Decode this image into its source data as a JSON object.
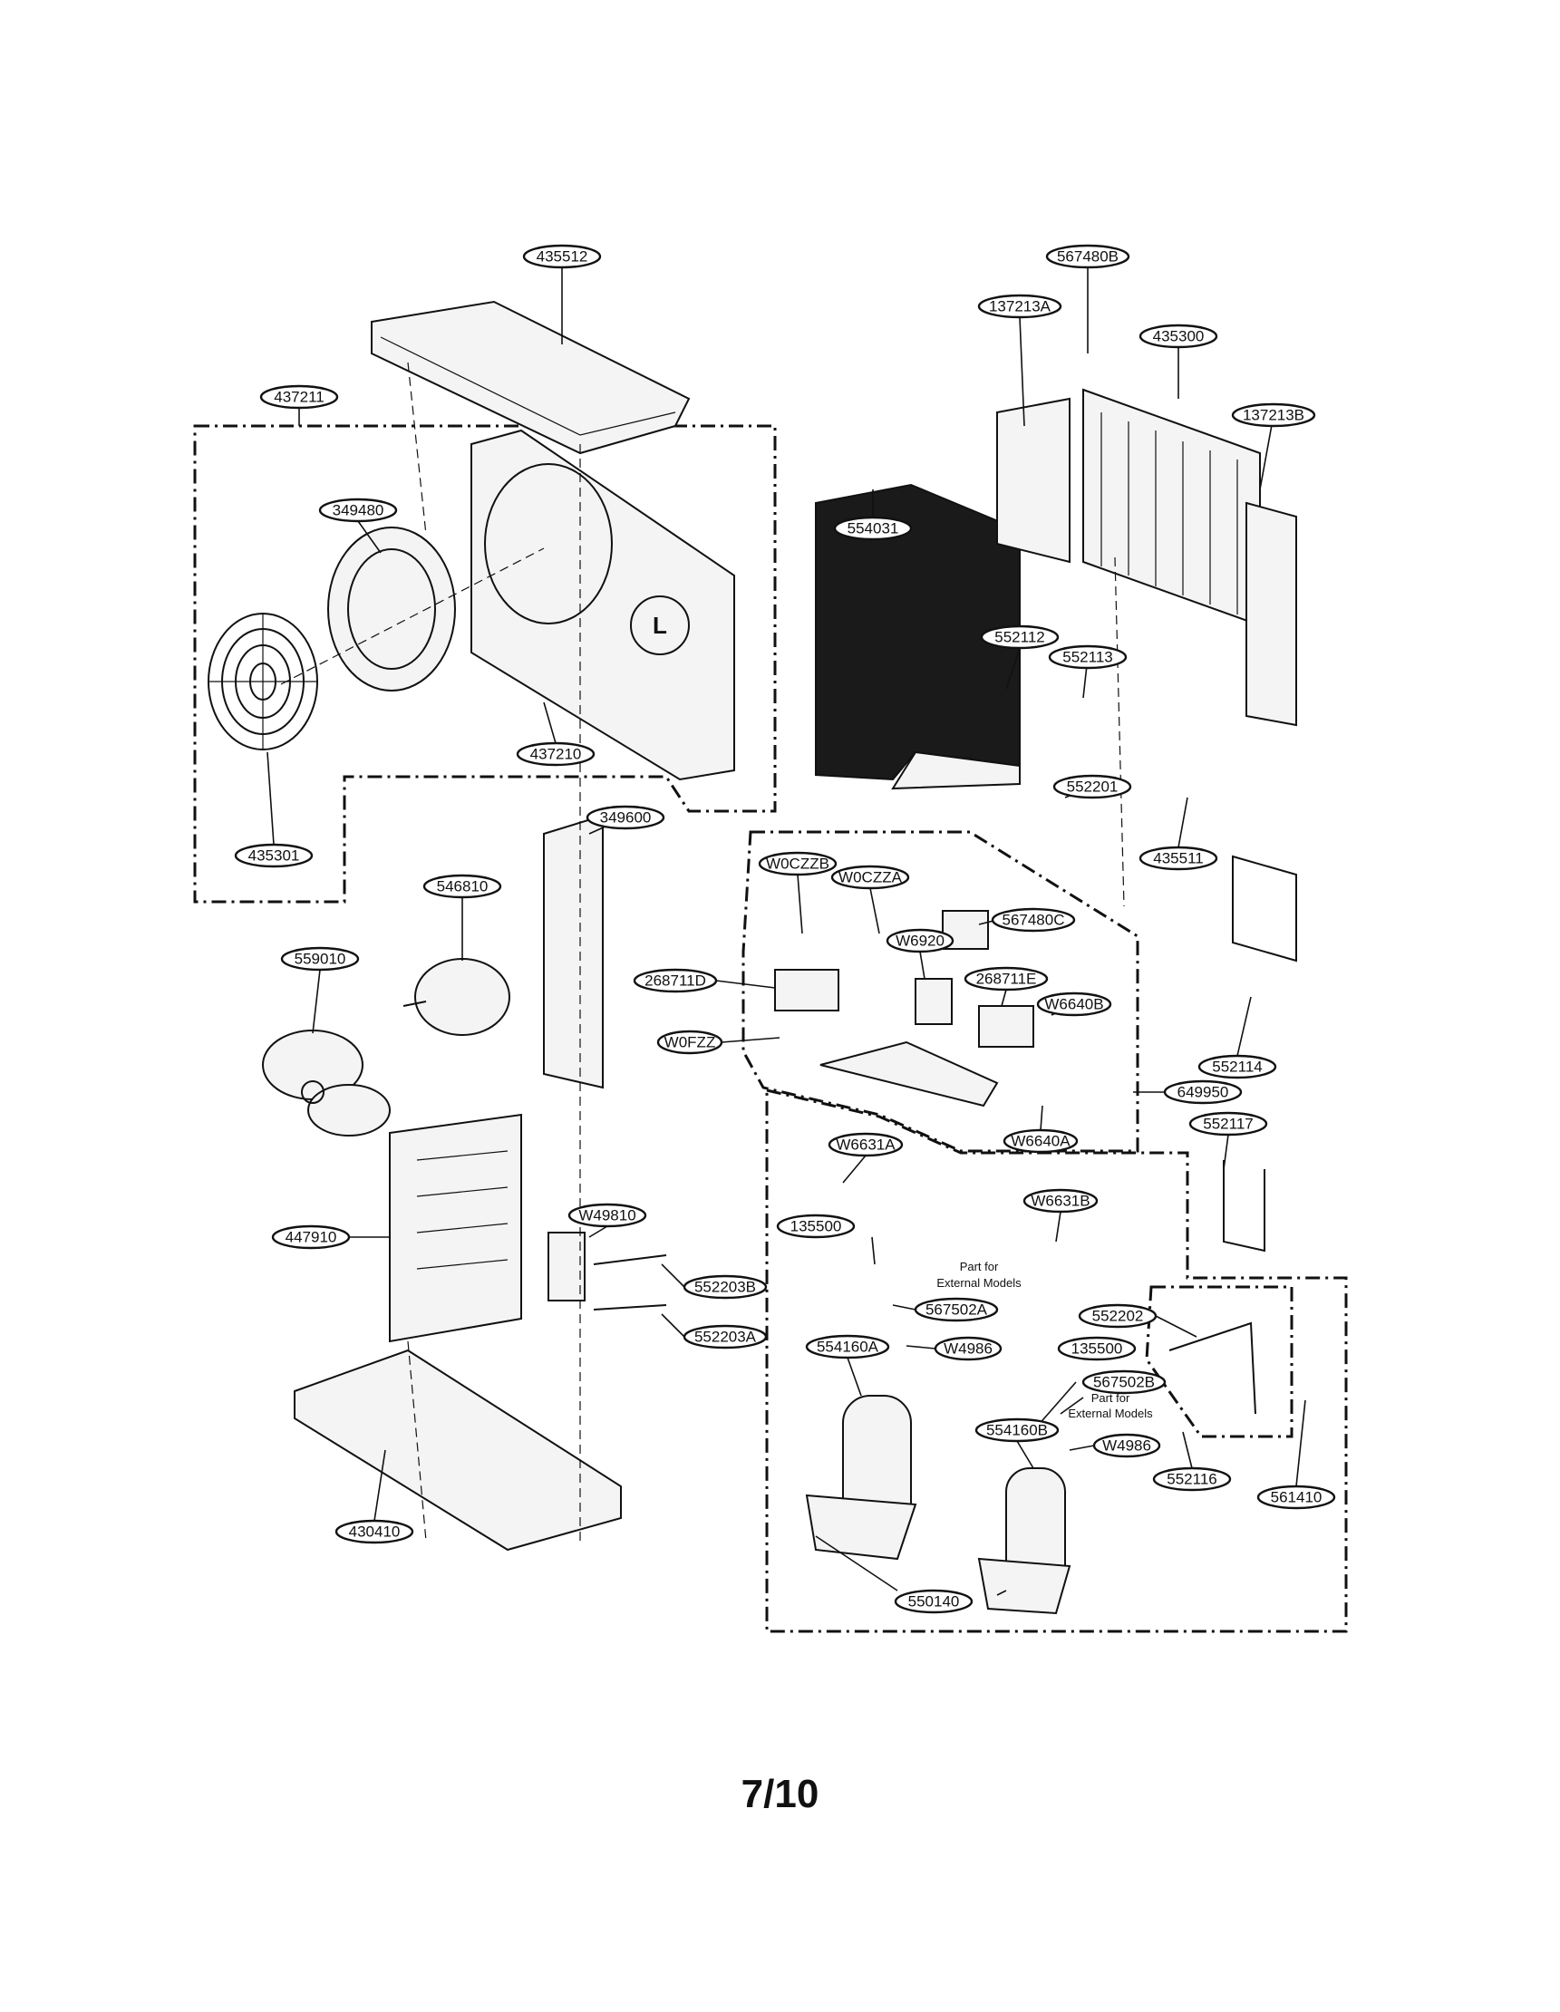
{
  "callouts": [
    "435512",
    "437211",
    "349480",
    "437210",
    "435301",
    "567480B",
    "137213A",
    "435300",
    "137213B",
    "554031",
    "552112",
    "552113",
    "552201",
    "435511",
    "349600",
    "546810",
    "559010",
    "W0CZZB",
    "W0CZZA",
    "567480C",
    "W6920",
    "268711D",
    "268711E",
    "W6640B",
    "W0FZZ",
    "552114",
    "649950",
    "W6640A",
    "552117",
    "W6631A",
    "447910",
    "W49810",
    "135500",
    "W6631B",
    "552203B",
    "567502A",
    "552203A",
    "554160A",
    "W4986",
    "135500",
    "567502B",
    "552202",
    "554160B",
    "W4986",
    "552116",
    "561410",
    "430410",
    "550140"
  ],
  "notes": {
    "external_a_line1": "Part for",
    "external_a_line2": "External Models",
    "external_b_line1": "Part for",
    "external_b_line2": "External Models"
  },
  "page_number": "7/10"
}
